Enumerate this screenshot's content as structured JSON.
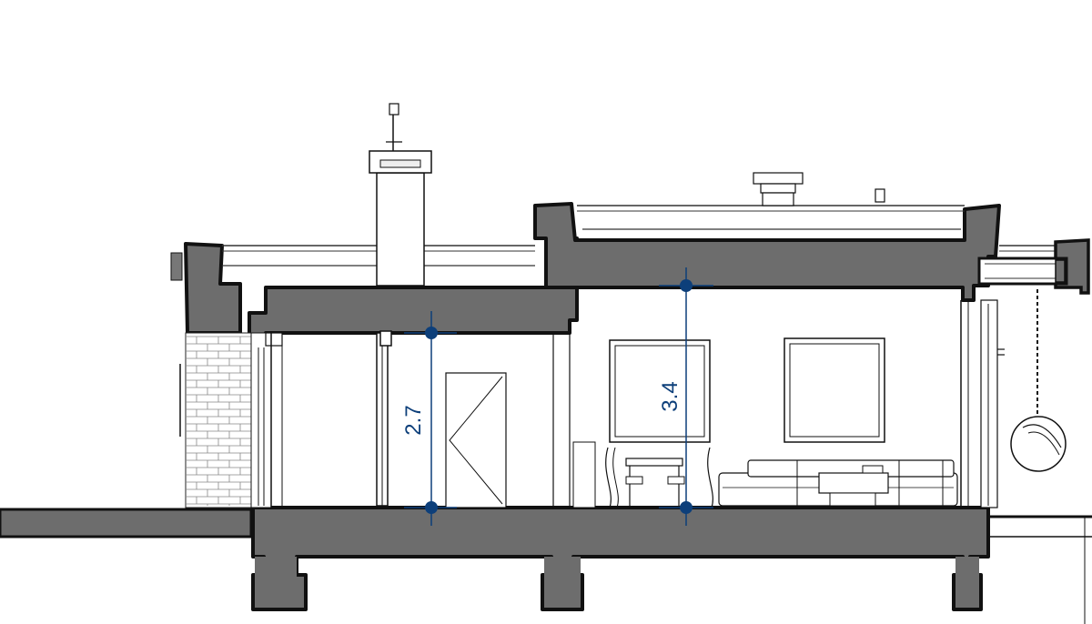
{
  "diagram": {
    "kind": "architectural-section",
    "colors": {
      "cut": "#6d6d6d",
      "outline": "#111111",
      "thin": "#333333",
      "dimension": "#0d3f7a",
      "background": "#ffffff"
    },
    "dimensions": [
      {
        "id": "left-room-height",
        "label": "2.7"
      },
      {
        "id": "right-room-height",
        "label": "3.4"
      }
    ]
  }
}
